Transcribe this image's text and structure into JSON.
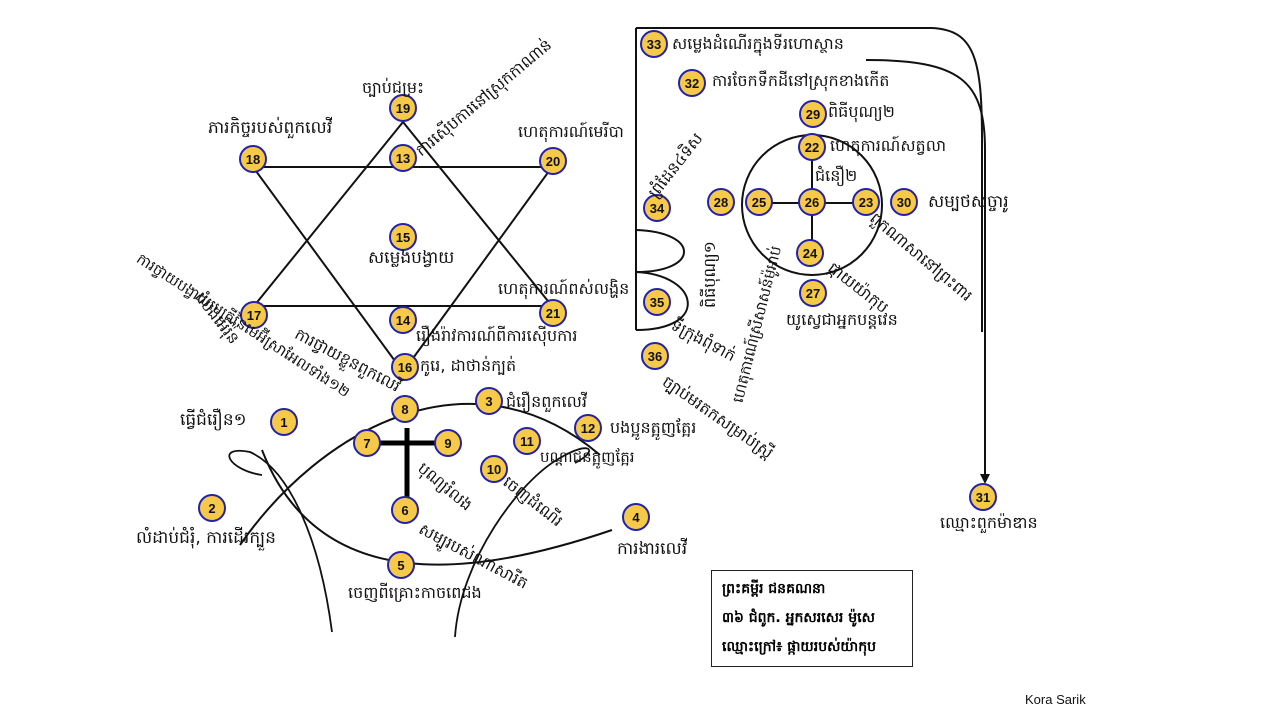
{
  "nodes": {
    "n1": "1",
    "n2": "2",
    "n3": "3",
    "n4": "4",
    "n5": "5",
    "n6": "6",
    "n7": "7",
    "n8": "8",
    "n9": "9",
    "n10": "10",
    "n11": "11",
    "n12": "12",
    "n13": "13",
    "n14": "14",
    "n15": "15",
    "n16": "16",
    "n17": "17",
    "n18": "18",
    "n19": "19",
    "n20": "20",
    "n21": "21",
    "n22": "22",
    "n23": "23",
    "n24": "24",
    "n25": "25",
    "n26": "26",
    "n27": "27",
    "n28": "28",
    "n29": "29",
    "n30": "30",
    "n31": "31",
    "n32": "32",
    "n33": "33",
    "n34": "34",
    "n35": "35",
    "n36": "36"
  },
  "labels": {
    "l1": "ធ្វើជំរឿន១",
    "l2": "លំដាប់ជំរុំ, ការដើរក្បួន",
    "l3": "ជំរឿនពួកលេវី",
    "l4": "ការងារលេវី",
    "l5": "ចេញពីគ្រោះកាចពេជង",
    "l6": "សម្បូរបស់ណាសារីត",
    "l8": "ការថ្វាយខ្លួនពួកលេវី",
    "l9": "បុណ្យរំលង",
    "l10": "ចេញដំណើរ",
    "l11": "បណ្តាជនត្អូញត្អែរ",
    "l12": "បងប្អូនត្អូញត្អែរ",
    "l13": "ការស៊ើបការនៅស្រុកកាណាន់",
    "l14": "រឿងរ៉ាវការណ៍ពីការស៊ើបការ",
    "l15": "សម្លេងបង្វាយ",
    "l16": "កូរេ, ដាថាន់ក្បត់",
    "l17": "ដំបងអើរ៉ុន",
    "l17b": "ការថ្វាយបង្វាយមេត្រីនៃមេអ៊ីស្រាអែលទាំង១២",
    "l18": "ភារកិច្ចរបស់ពួកលេវី",
    "l19": "ច្បាប់ជម្រះ",
    "l20": "ហេតុការណ៍មេរីបា",
    "l21": "ហេតុការណ៍ពស់លង្ហិន",
    "l22": "ហេតុការណ៍សត្វលា",
    "l22b": "ជំនឿ២",
    "l23": "ពួកណាសានៅព្រះពារ",
    "l24": "ផ្កាយយ៉ាកុប",
    "l25": "ហេតុការណ៍ស្រីសាសន៍ម៉ូអាប់",
    "l27": "យូស្វេជាអ្នកបន្តវេន",
    "l28": "ពិធីបុណ្យ១",
    "l29": "ពិធីបុណ្យ២",
    "l30": "សម្បថសច្ចារូ",
    "l31": "ឈ្មោះពួកម៉ាឌាន",
    "l32": "ការចែកទឹកដីនៅស្រុកខាងកើត",
    "l33": "សម្លេងដំណើរក្នុងទីរហោស្ថាន",
    "l34": "ព្រំដែន៤ទិស",
    "l35": "ទីក្រុងពុំទាក់",
    "l36": "ច្បាប់មរតកសម្រាប់ស្ត្រី"
  },
  "infobox": {
    "line1": "ព្រះគម្ពីរ ជនគណនា",
    "line2": "៣៦ ជំពូក. អ្នកសរសេរ ម៉ូសេ",
    "line3": "ឈ្មោះក្រៅ៖ ផ្កាយរបស់យ៉ាកុប"
  },
  "credit": "Kora Sarik",
  "colors": {
    "node_fill": "#F7C948",
    "node_border": "#2222AA",
    "line": "#111111"
  }
}
